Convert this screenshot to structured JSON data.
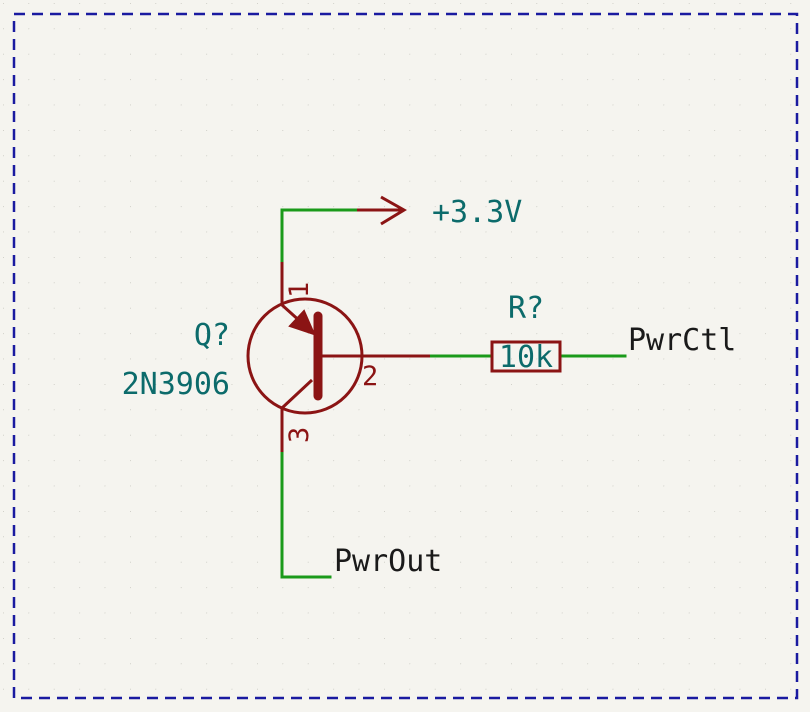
{
  "power_label": "+3.3V",
  "transistor": {
    "reference": "Q?",
    "value": "2N3906",
    "pin_emitter": "1",
    "pin_base": "2",
    "pin_collector": "3"
  },
  "resistor": {
    "reference": "R?",
    "value": "10k"
  },
  "labels": {
    "control": "PwrCtl",
    "output": "PwrOut"
  },
  "colors": {
    "wire": "#1a9a1a",
    "symbol": "#8b1414",
    "reference_text": "#0c6b6b",
    "net_label_text": "#1a1a1a",
    "sheet_border": "#1a1aa0",
    "background": "#f5f4ef",
    "grid_dot": "#b8b8b0"
  }
}
